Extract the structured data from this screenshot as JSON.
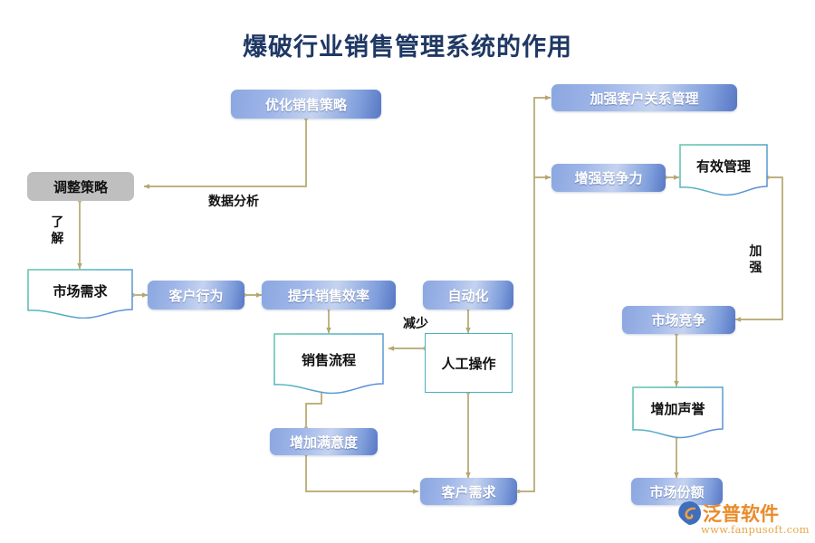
{
  "title": "爆破行业销售管理系统的作用",
  "colors": {
    "title": "#1f3864",
    "connector": "#b5a66f",
    "node_blue_start": "#8ba7e0",
    "node_blue_end": "#5777c4",
    "node_gray": "#bfbfbf",
    "doc_border_left": "#5fc6a8",
    "doc_border_right": "#5b8fd6",
    "rect_border": "#4ab0c4",
    "background": "#ffffff",
    "logo_orange": "#e98b2a"
  },
  "nodes": {
    "optimize_strategy": {
      "label": "优化销售策略",
      "style": "blue"
    },
    "adjust_strategy": {
      "label": "调整策略",
      "style": "gray"
    },
    "market_demand": {
      "label": "市场需求",
      "style": "doc"
    },
    "customer_behavior": {
      "label": "客户行为",
      "style": "blue"
    },
    "improve_efficiency": {
      "label": "提升销售效率",
      "style": "blue"
    },
    "automation": {
      "label": "自动化",
      "style": "blue"
    },
    "sales_process": {
      "label": "销售流程",
      "style": "doc"
    },
    "manual_operation": {
      "label": "人工操作",
      "style": "rect"
    },
    "increase_satisfaction": {
      "label": "增加满意度",
      "style": "blue"
    },
    "customer_needs": {
      "label": "客户需求",
      "style": "blue"
    },
    "strengthen_crm": {
      "label": "加强客户关系管理",
      "style": "blue"
    },
    "enhance_competitiveness": {
      "label": "增强竞争力",
      "style": "blue"
    },
    "effective_management": {
      "label": "有效管理",
      "style": "doc"
    },
    "market_competition": {
      "label": "市场竞争",
      "style": "blue"
    },
    "increase_reputation": {
      "label": "增加声誉",
      "style": "doc"
    },
    "market_share": {
      "label": "市场份额",
      "style": "blue"
    }
  },
  "edge_labels": {
    "data_analysis": "数据分析",
    "understand": "了解",
    "reduce": "减少",
    "strengthen": "加强"
  },
  "watermarks": {
    "faint_center": "泛普软件"
  },
  "logo": {
    "name": "泛普软件",
    "url": "www.fanpusoft.com"
  }
}
